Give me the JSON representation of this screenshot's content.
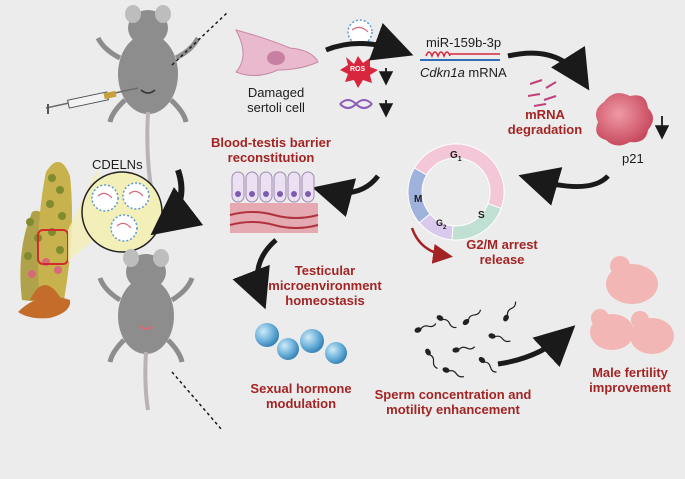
{
  "labels": {
    "cdelns": "CDELNs",
    "damaged_cell_line1": "Damaged",
    "damaged_cell_line2": "sertoli cell",
    "ros": "ROS",
    "mirna": "miR-159b-3p",
    "cdkn1a_gene": "Cdkn1a",
    "cdkn1a_suffix": " mRNA",
    "mrna_degradation_line1": "mRNA",
    "mrna_degradation_line2": "degradation",
    "p21": "p21",
    "btb_line1": "Blood-testis barrier",
    "btb_line2": "reconstitution",
    "g2m_line1": "G2/M arrest",
    "g2m_line2": "release",
    "microenv_line1": "Testicular",
    "microenv_line2": "microenvironment",
    "microenv_line3": "homeostasis",
    "hormone_line1": "Sexual hormone",
    "hormone_line2": "modulation",
    "sperm_line1": "Sperm concentration and",
    "sperm_line2": "motility enhancement",
    "fertility_line1": "Male fertility",
    "fertility_line2": "improvement"
  },
  "cell_cycle": {
    "g1": "G",
    "g1_sub": "1",
    "s": "S",
    "g2": "G",
    "g2_sub": "2",
    "m": "M"
  },
  "colors": {
    "accent_red": "#a32424",
    "g1": "#f3c7d8",
    "s": "#bfe0d2",
    "g2": "#d9c9ec",
    "m": "#9eb2dc",
    "nucleus_blue": "#6fb3dc",
    "pup_pink": "#f2b7b5",
    "mouse_gray": "#8d8d8d",
    "cistanche_green": "#b0a24a",
    "tumor_pink": "#d9687a"
  }
}
